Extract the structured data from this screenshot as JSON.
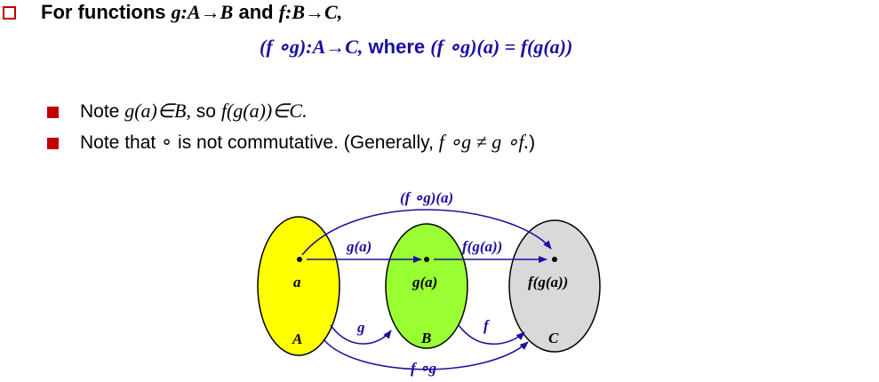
{
  "heading": {
    "prefix": "For functions ",
    "g_sig": "g:A→B",
    "and": " and ",
    "f_sig": "f:B→C,",
    "comp_sig": "(f ∘g):A→C,",
    "where": " where ",
    "comp_def": "(f ∘g)(a) = f(g(a))"
  },
  "notes": [
    {
      "text1": "Note ",
      "math1": "g(a)∈B,",
      "text2": " so ",
      "math2": "f(g(a))∈C."
    },
    {
      "text1": "Note that ∘ is not commutative. (Generally, ",
      "math1": "f ∘g ≠ g ∘f.",
      "text2": ")"
    }
  ],
  "diagram": {
    "top_arrow_label": "(f ∘g)(a)",
    "mid_arrow_g_label": "g(a)",
    "mid_arrow_f_label": "f(g(a))",
    "point_a_label": "a",
    "point_b_label": "g(a)",
    "point_c_label": "f(g(a))",
    "set_a_label": "A",
    "set_b_label": "B",
    "set_c_label": "C",
    "arrow_g_label": "g",
    "arrow_f_label": "f",
    "bottom_arrow_label": "f ∘g",
    "colors": {
      "set_a": "#ffff00",
      "set_b": "#99ff33",
      "set_c": "#d9d9d9",
      "arrow": "#1a0fa0"
    }
  }
}
